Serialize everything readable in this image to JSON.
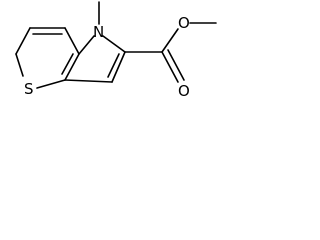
{
  "molecule": {
    "atoms": {
      "nitrogen": "N",
      "sulfur": "S",
      "carbonyl_oxygen": "O",
      "ester_oxygen": "O"
    }
  }
}
